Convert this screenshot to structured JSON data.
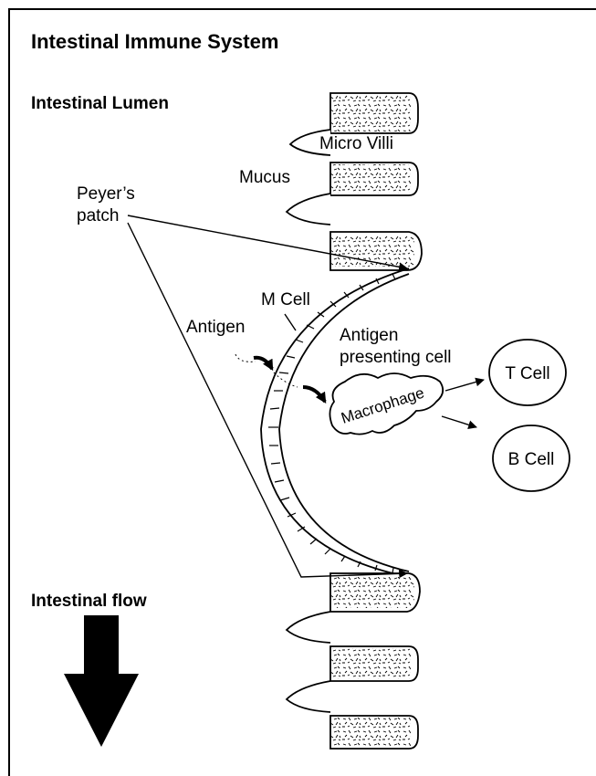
{
  "title": "Intestinal Immune System",
  "labels": {
    "lumen": "Intestinal Lumen",
    "micro_villi": "Micro Villi",
    "mucus": "Mucus",
    "peyers_1": "Peyer’s",
    "peyers_2": "patch",
    "m_cell": "M Cell",
    "antigen": "Antigen",
    "apc_1": "Antigen",
    "apc_2": "presenting cell",
    "macrophage": "Macrophage",
    "t_cell": "T Cell",
    "b_cell": "B Cell",
    "flow": "Intestinal flow"
  }
}
